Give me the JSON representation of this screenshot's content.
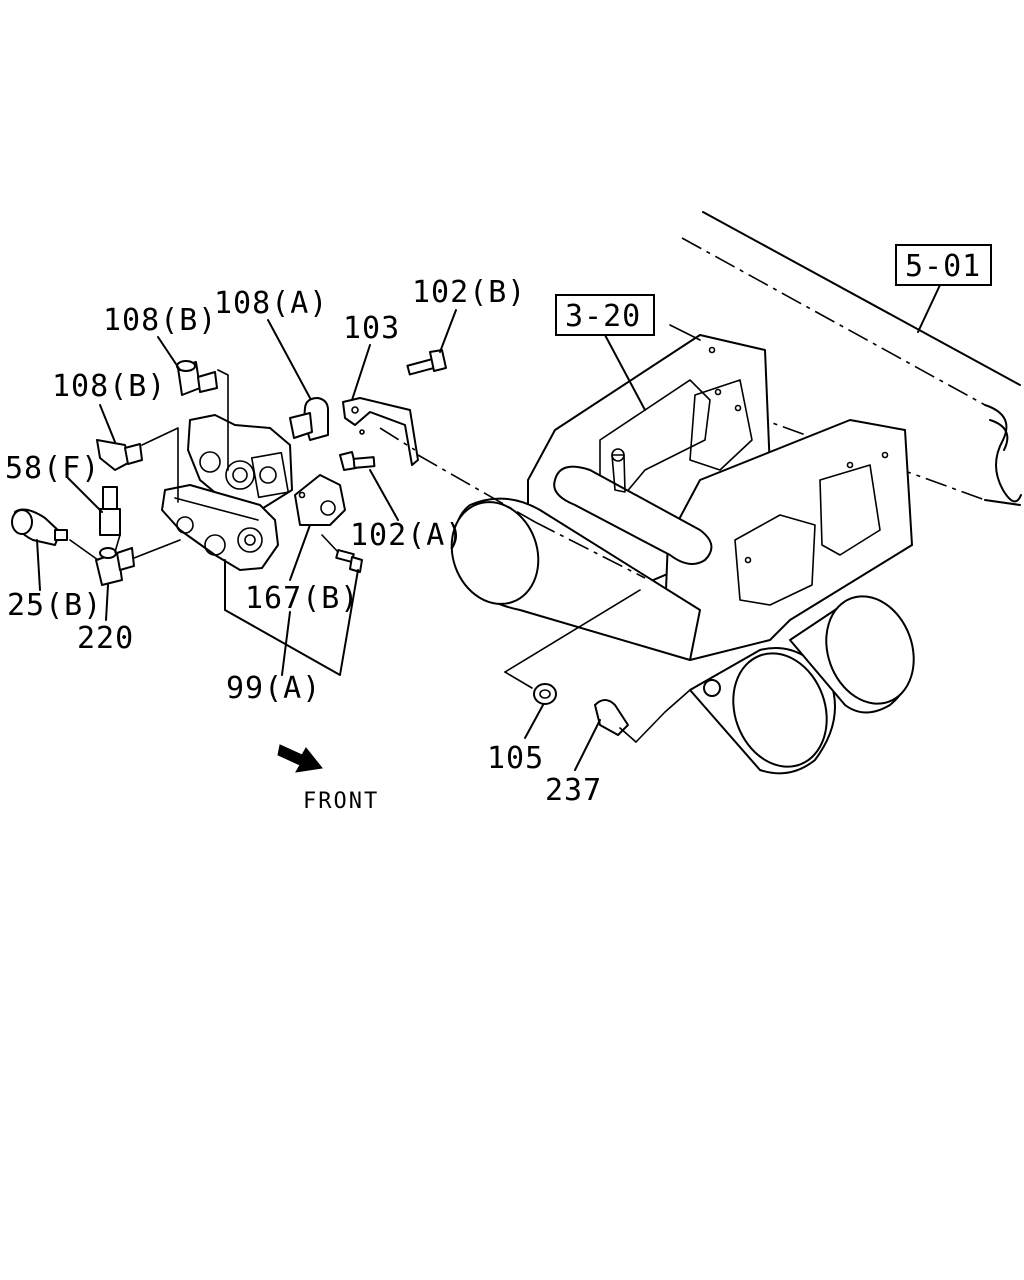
{
  "diagram": {
    "front_label": "FRONT",
    "ref_boxes": {
      "frame": "5-01",
      "crossmember": "3-20"
    },
    "callouts": {
      "c108b_top": "108(B)",
      "c108a": "108(A)",
      "c102b": "102(B)",
      "c103": "103",
      "c108b_left": "108(B)",
      "c58f": "58(F)",
      "c102a": "102(A)",
      "c25b": "25(B)",
      "c167b": "167(B)",
      "c220": "220",
      "c99a": "99(A)",
      "c105": "105",
      "c237": "237"
    }
  }
}
